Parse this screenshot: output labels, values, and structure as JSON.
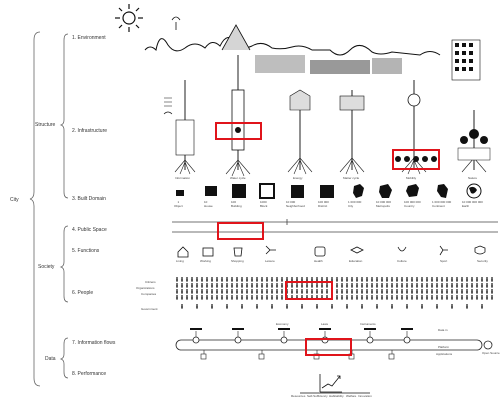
{
  "left_labels": {
    "city": "City",
    "structure": "Structure",
    "society": "Society",
    "data": "Data"
  },
  "layers": [
    {
      "label": "1. Environment"
    },
    {
      "label": "2. Infrastructure"
    },
    {
      "label": "3. Built Domain"
    },
    {
      "label": "4. Public Space"
    },
    {
      "label": "5. Functions"
    },
    {
      "label": "6. People"
    },
    {
      "label": "7. Information flows"
    },
    {
      "label": "8. Performance"
    }
  ],
  "infrastructure_captions": [
    "Information",
    "Water cycle",
    "Energy",
    "Matter cycle",
    "Mobility",
    "Nature"
  ],
  "scale_items": [
    {
      "n": "1",
      "label": "Object"
    },
    {
      "n": "10",
      "label": "House"
    },
    {
      "n": "100",
      "label": "Building"
    },
    {
      "n": "1000",
      "label": "Block"
    },
    {
      "n": "10 000",
      "label": "Neighborhood"
    },
    {
      "n": "100 000",
      "label": "District"
    },
    {
      "n": "1 000 000",
      "label": "City"
    },
    {
      "n": "10 000 000",
      "label": "Metropolis"
    },
    {
      "n": "100 000 000",
      "label": "Country"
    },
    {
      "n": "1 000 000 000",
      "label": "Continent"
    },
    {
      "n": "10 000 000 000",
      "label": "Earth"
    }
  ],
  "functions": [
    "Living",
    "Working",
    "Shopping",
    "Leisure",
    "Health",
    "Education",
    "Culture",
    "Sport",
    "Security"
  ],
  "people_groups": [
    "Citizens",
    "Organizations",
    "Companies",
    "Government"
  ],
  "info_flow_tags": [
    "Economy",
    "Laws",
    "Instruments"
  ],
  "info_flow_side": [
    "Data in",
    "Platform",
    "Applications",
    "Open Source"
  ],
  "performance_tags": [
    "Resources",
    "Self-Sufficiency",
    "Habitability",
    "Welfare",
    "Innovation"
  ],
  "colors": {
    "highlight": "#e0141b",
    "ink": "#1a1a1a"
  }
}
